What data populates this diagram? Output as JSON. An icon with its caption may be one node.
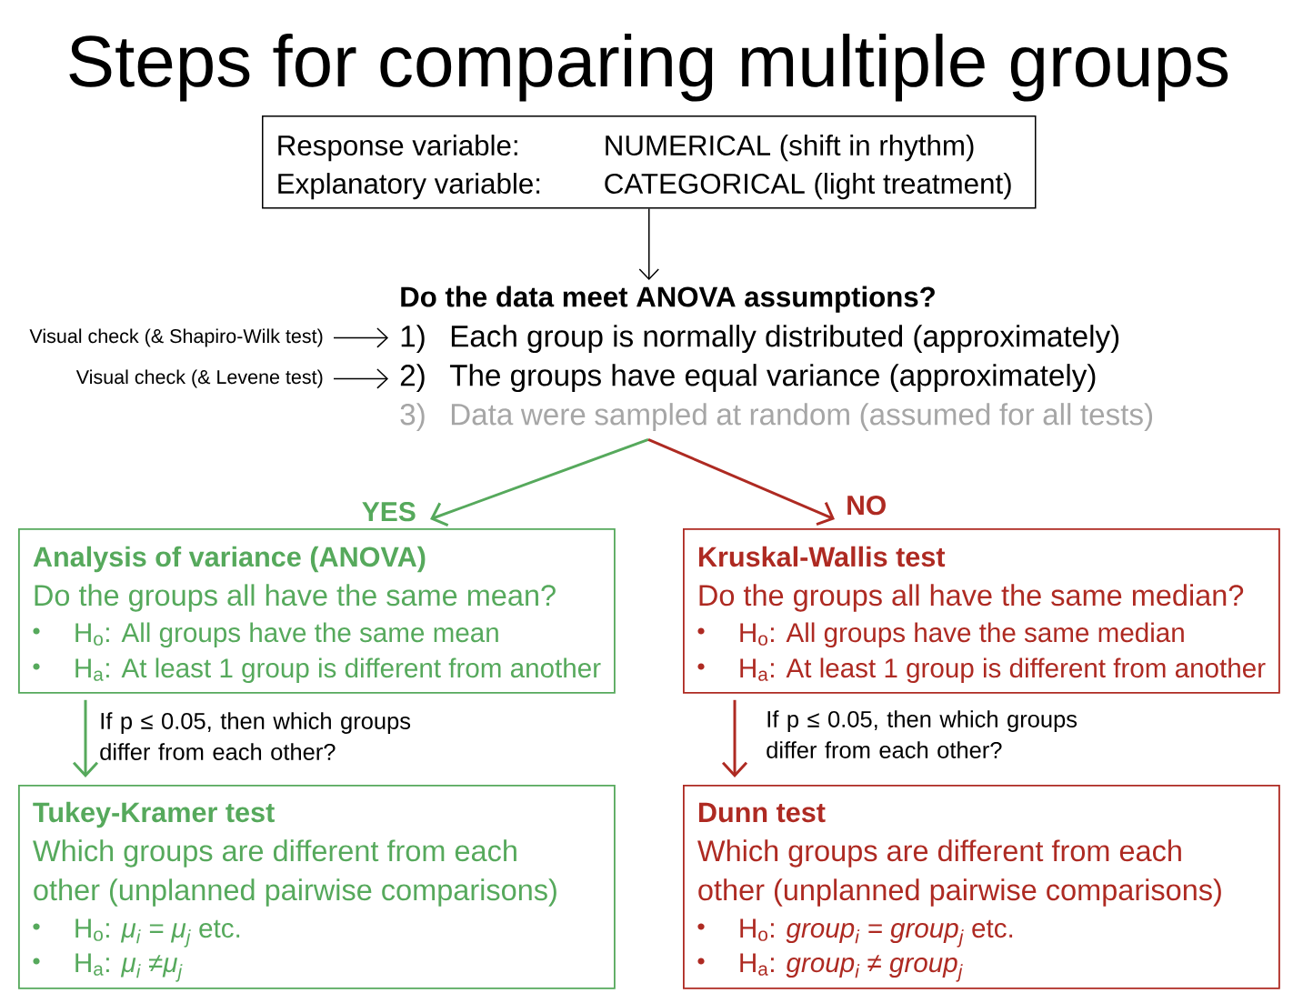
{
  "diagram": {
    "title": "Steps for comparing multiple groups",
    "nodes": [
      {
        "text": [
          "Response variable:",
          "NUMERICAL (shift in rhythm)",
          "Explanatory variable:",
          "CATEGORICAL (light treatment)"
        ]
      },
      {
        "text": [
          "Do the data meet ANOVA assumptions?",
          "1)",
          "Each group is normally distributed (approximately)",
          "2)",
          "The groups have equal variance (approximately)",
          "3)",
          "Data were sampled at random (assumed for all tests)"
        ]
      },
      {
        "text": [
          "Visual check (& Shapiro-Wilk test)"
        ]
      },
      {
        "text": [
          "Visual check (& Levene test)"
        ]
      },
      {
        "text": [
          "Analysis of variance (ANOVA)",
          "Do the groups all have the same mean?",
          "H$_{o}$: All groups have the same mean",
          "H$_{a}$: At least 1 group is different from another"
        ]
      },
      {
        "text": [
          "Kruskal-Wallis test",
          "Do the groups all have the same median?",
          "H$_{o}$: All groups have the same median",
          "H$_{a}$: At least 1 group is different from another"
        ]
      },
      {
        "text": [
          "Tukey-Kramer test",
          "Which groups are different from each other (unplanned pairwise comparisons)",
          "H$_{o}$: *μ$_{i}$ = μ$_{j}$* etc.",
          "H$_{a}$: *μ$_{i}$ ≠μ$_{j}$*"
        ]
      },
      {
        "text": [
          "Dunn test",
          "Which groups are different from each other (unplanned pairwise comparisons)",
          "H$_{o}$: *group$_{i}$ = group$_{j}$* etc.",
          "H$_{a}$: *group$_{i}$ ≠ group$_{j}$*"
        ]
      }
    ],
    "edges": [
      {
        "from": 0,
        "to": 1,
        "arrow": "to"
      },
      {
        "from": 2,
        "to": 1,
        "arrow": "to"
      },
      {
        "from": 3,
        "to": 1,
        "arrow": "to"
      },
      {
        "from": 1,
        "to": 4,
        "arrow": "to",
        "label": "YES",
        "color": "#56a95c"
      },
      {
        "from": 1,
        "to": 5,
        "arrow": "to",
        "label": "NO",
        "color": "#ae2a22"
      },
      {
        "from": 4,
        "to": 6,
        "arrow": "to",
        "label": "If p ≤ 0.05, then which groups differ from each other?",
        "color": "#56a95c"
      },
      {
        "from": 5,
        "to": 7,
        "arrow": "to",
        "label": "If p ≤ 0.05, then which groups differ from each other?",
        "color": "#ae2a22"
      }
    ]
  }
}
